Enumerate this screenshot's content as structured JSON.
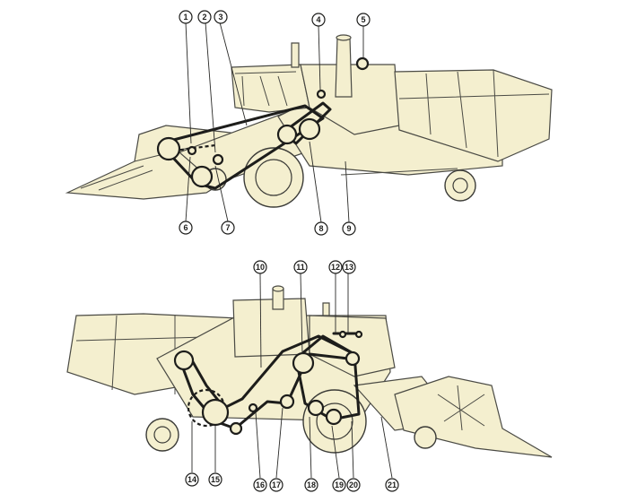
{
  "diagram": {
    "callouts": [
      {
        "id": "callout-1",
        "label": "1"
      },
      {
        "id": "callout-2",
        "label": "2"
      },
      {
        "id": "callout-3",
        "label": "3"
      },
      {
        "id": "callout-4",
        "label": "4"
      },
      {
        "id": "callout-5",
        "label": "5"
      },
      {
        "id": "callout-6",
        "label": "6"
      },
      {
        "id": "callout-7",
        "label": "7"
      },
      {
        "id": "callout-8",
        "label": "8"
      },
      {
        "id": "callout-9",
        "label": "9"
      },
      {
        "id": "callout-10",
        "label": "10"
      },
      {
        "id": "callout-11",
        "label": "11"
      },
      {
        "id": "callout-12",
        "label": "12"
      },
      {
        "id": "callout-13",
        "label": "13"
      },
      {
        "id": "callout-14",
        "label": "14"
      },
      {
        "id": "callout-15",
        "label": "15"
      },
      {
        "id": "callout-16",
        "label": "16"
      },
      {
        "id": "callout-17",
        "label": "17"
      },
      {
        "id": "callout-18",
        "label": "18"
      },
      {
        "id": "callout-19",
        "label": "19"
      },
      {
        "id": "callout-20",
        "label": "20"
      },
      {
        "id": "callout-21",
        "label": "21"
      }
    ],
    "colors": {
      "body_fill": "#f4efcf",
      "outline": "#4a4a44",
      "belt": "#1d1d1b"
    }
  }
}
